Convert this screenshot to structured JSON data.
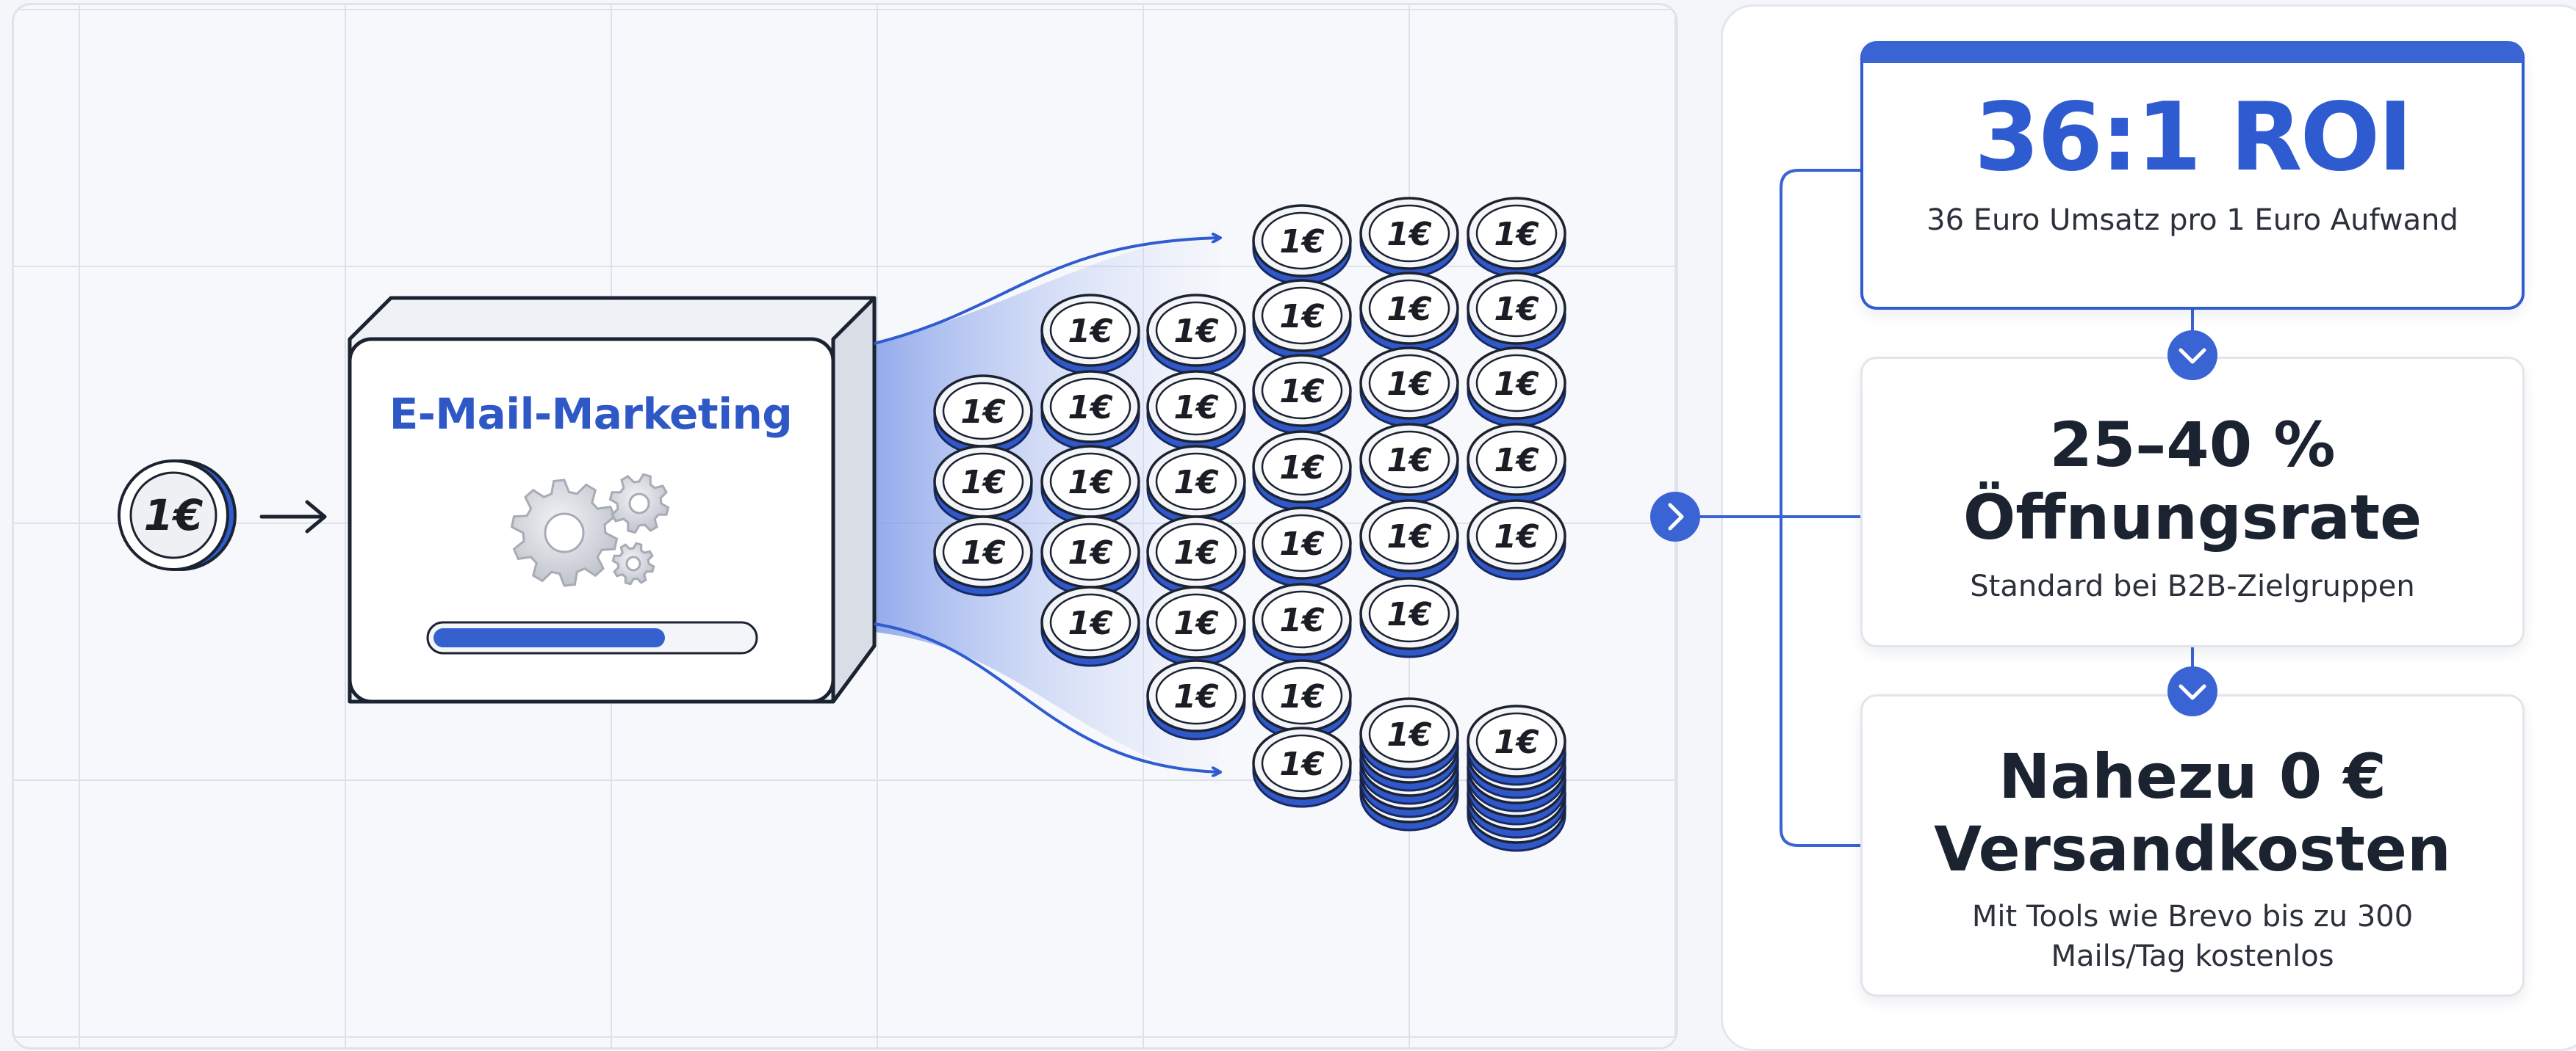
{
  "input_coin": {
    "label": "1€"
  },
  "machine": {
    "title": "E-Mail-Marketing",
    "progress_fraction": 0.73
  },
  "output_coin_label": "1€",
  "metrics": {
    "roi": {
      "value": "36:1 ROI",
      "subtitle": "36 Euro Umsatz pro 1 Euro Aufwand"
    },
    "open_rate": {
      "title_line1": "25–40 %",
      "title_line2": "Öffnungsrate",
      "subtitle": "Standard bei B2B-Zielgruppen"
    },
    "cost": {
      "title_line1": "Nahezu 0 €",
      "title_line2": "Versandkosten",
      "subtitle": "Mit Tools wie Brevo bis zu 300 Mails/Tag kostenlos"
    }
  },
  "colors": {
    "accent": "#2f5ccf",
    "accent_light": "#a7b9f0",
    "dark": "#1b2230"
  },
  "icons": [
    "gear-icon",
    "arrow-right-icon",
    "chevron-right-icon",
    "chevron-down-icon",
    "coin-icon"
  ]
}
